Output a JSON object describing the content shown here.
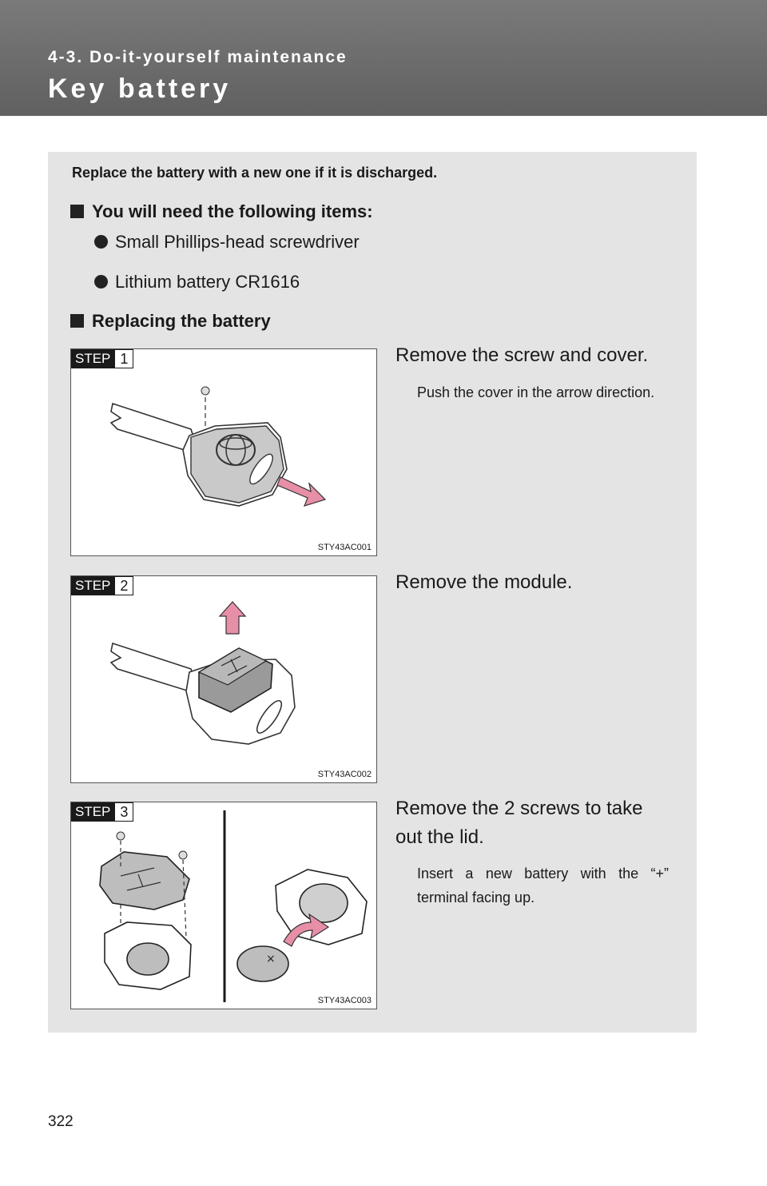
{
  "header": {
    "section": "4-3. Do-it-yourself maintenance",
    "title": "Key battery"
  },
  "intro": "Replace the battery with a new one if it is discharged.",
  "items_heading": "You will need the following items:",
  "items": [
    "Small Phillips-head screwdriver",
    "Lithium battery CR1616"
  ],
  "replacing_heading": "Replacing the battery",
  "steps": [
    {
      "label": "STEP",
      "number": "1",
      "figure_code": "STY43AC001",
      "main": "Remove the screw and cover.",
      "sub": "Push the cover in the arrow direction."
    },
    {
      "label": "STEP",
      "number": "2",
      "figure_code": "STY43AC002",
      "main": "Remove the module.",
      "sub": ""
    },
    {
      "label": "STEP",
      "number": "3",
      "figure_code": "STY43AC003",
      "main": "Remove the 2 screws to take out the lid.",
      "sub": "Insert a new battery with the “+” terminal facing up."
    }
  ],
  "page_number": "322",
  "colors": {
    "header": "#6b6b6b",
    "panel": "#e4e4e4",
    "arrow": "#e88fa8"
  }
}
